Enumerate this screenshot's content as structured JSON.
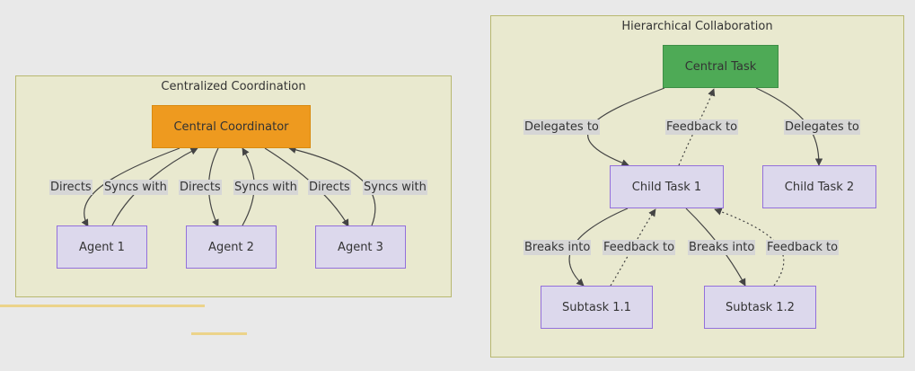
{
  "clusters": {
    "centralized": {
      "title": "Centralized Coordination"
    },
    "hierarchical": {
      "title": "Hierarchical Collaboration"
    }
  },
  "nodes": {
    "central_coordinator": "Central Coordinator",
    "agent1": "Agent 1",
    "agent2": "Agent 2",
    "agent3": "Agent 3",
    "central_task": "Central Task",
    "child_task1": "Child Task 1",
    "child_task2": "Child Task 2",
    "subtask11": "Subtask 1.1",
    "subtask12": "Subtask 1.2"
  },
  "edges": [
    {
      "from": "central_coordinator",
      "to": "agent1",
      "label": "Directs",
      "style": "solid"
    },
    {
      "from": "agent1",
      "to": "central_coordinator",
      "label": "Syncs with",
      "style": "solid"
    },
    {
      "from": "central_coordinator",
      "to": "agent2",
      "label": "Directs",
      "style": "solid"
    },
    {
      "from": "agent2",
      "to": "central_coordinator",
      "label": "Syncs with",
      "style": "solid"
    },
    {
      "from": "central_coordinator",
      "to": "agent3",
      "label": "Directs",
      "style": "solid"
    },
    {
      "from": "agent3",
      "to": "central_coordinator",
      "label": "Syncs with",
      "style": "solid"
    },
    {
      "from": "central_task",
      "to": "child_task1",
      "label": "Delegates to",
      "style": "solid"
    },
    {
      "from": "child_task1",
      "to": "central_task",
      "label": "Feedback to",
      "style": "dotted"
    },
    {
      "from": "central_task",
      "to": "child_task2",
      "label": "Delegates to",
      "style": "solid"
    },
    {
      "from": "child_task1",
      "to": "subtask11",
      "label": "Breaks into",
      "style": "solid"
    },
    {
      "from": "subtask11",
      "to": "child_task1",
      "label": "Feedback to",
      "style": "dotted"
    },
    {
      "from": "child_task1",
      "to": "subtask12",
      "label": "Breaks into",
      "style": "solid"
    },
    {
      "from": "subtask12",
      "to": "child_task1",
      "label": "Feedback to",
      "style": "dotted"
    }
  ],
  "colors": {
    "cluster_fill": "#e9e9cf",
    "node_fill": "#dcd8ec",
    "coordinator": "#ee9a1f",
    "central_task": "#4eaa56",
    "edge": "#444444"
  }
}
